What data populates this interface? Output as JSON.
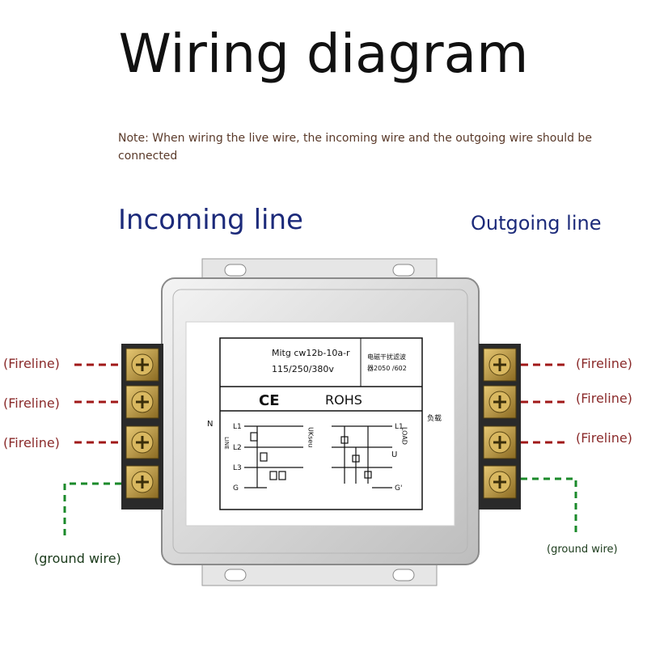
{
  "title": "Wiring diagram",
  "note": "Note: When wiring the live wire, the incoming wire and the outgoing wire should be connected",
  "incoming_label": "Incoming line",
  "outgoing_label": "Outgoing line",
  "left_wires": [
    "(Fireline)",
    "(Fireline)",
    "(Fireline)",
    "(ground wire)"
  ],
  "right_wires": [
    "(Fireline)",
    "(Fireline)",
    "(Fireline)",
    "(ground wire)"
  ],
  "label_card": {
    "model": "Mitg cw12b-10a-r",
    "voltage": "115/250/380v",
    "cn_line1": "电磁干扰滤波",
    "cn_line2": "器2050 /602",
    "ce": "CE",
    "rohs": "ROHS",
    "left_side": "N",
    "right_side": "负载",
    "line_vertical": "LINE",
    "left_terminals": [
      "L1",
      "L2",
      "L3",
      "G"
    ],
    "right_terminals": [
      "L1",
      "",
      "",
      "G'"
    ],
    "mid_left": "UKseu",
    "mid_right": "LOAD",
    "mid_right_u": "U"
  },
  "colors": {
    "fire_wire": "#a01818",
    "ground_wire": "#1a8a2a",
    "title_blue": "#1c2a7a"
  }
}
